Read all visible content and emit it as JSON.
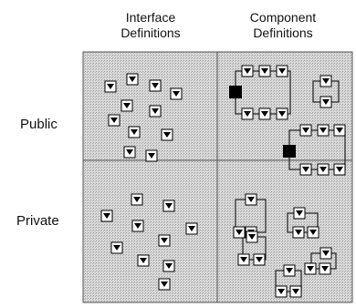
{
  "columns": {
    "interface": {
      "line1": "Interface",
      "line2": "Definitions"
    },
    "component": {
      "line1": "Component",
      "line2": "Definitions"
    }
  },
  "rows": {
    "public": "Public",
    "private": "Private"
  },
  "colors": {
    "panel_fill": "#d2d2d2",
    "panel_stroke": "#555555",
    "group_stroke": "#222222",
    "component_block": "#000000"
  },
  "icons": {
    "interface": "down-triangle-in-box-icon",
    "component": "filled-black-square-icon"
  }
}
